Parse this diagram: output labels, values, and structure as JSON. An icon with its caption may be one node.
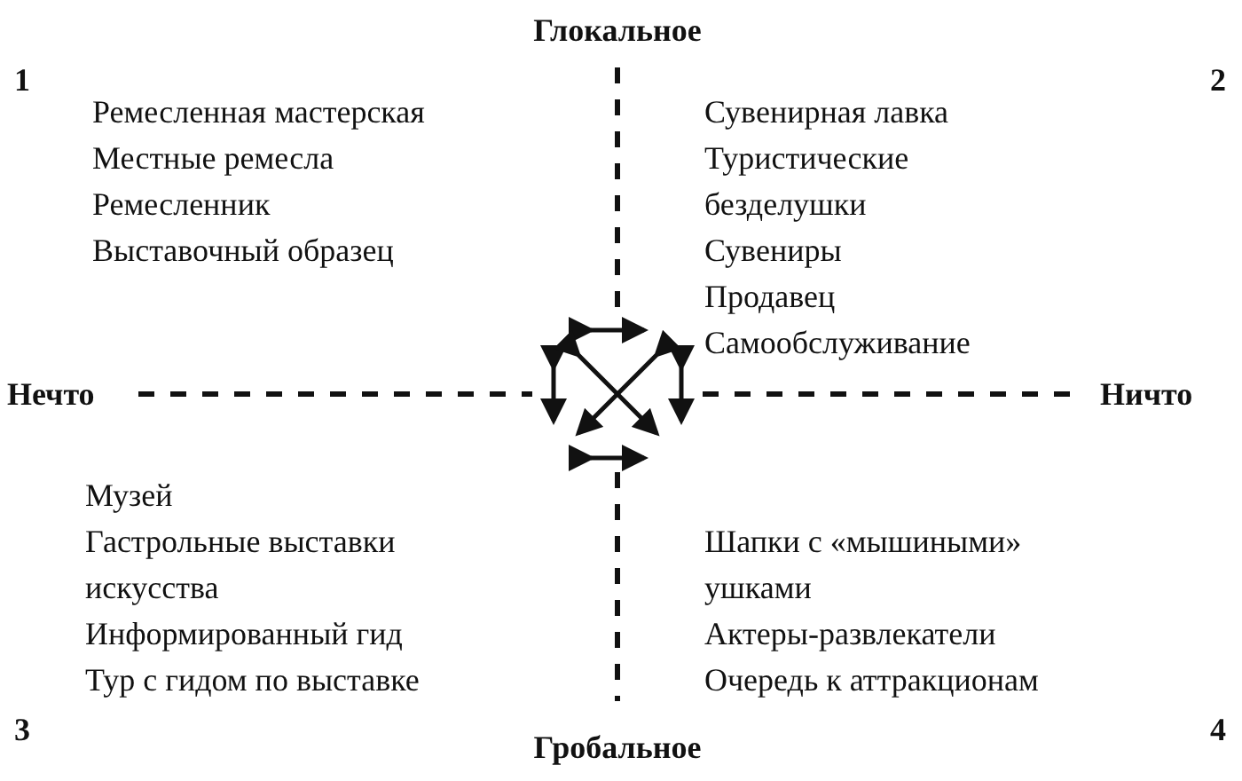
{
  "diagram": {
    "labels": [
      "Глокальное",
      "1",
      "Ремесленная мастерская",
      "Местные ремесла",
      "Ремесленник",
      "Выставочный образец",
      "2",
      "Сувенирная лавка",
      "Туристические безделушки",
      "Сувениры",
      "Продавец",
      "Самообслуживание",
      "Нечто",
      "Ничто",
      "Музей",
      "Гастрольные выставки искусства",
      "Информированный гид",
      "Тур с гидом по выставке",
      "Шапки с «мышиными» ушками",
      "Актеры-развлекатели",
      "Очередь к аттракционам",
      "3",
      "Гробальное",
      "4"
    ]
  }
}
